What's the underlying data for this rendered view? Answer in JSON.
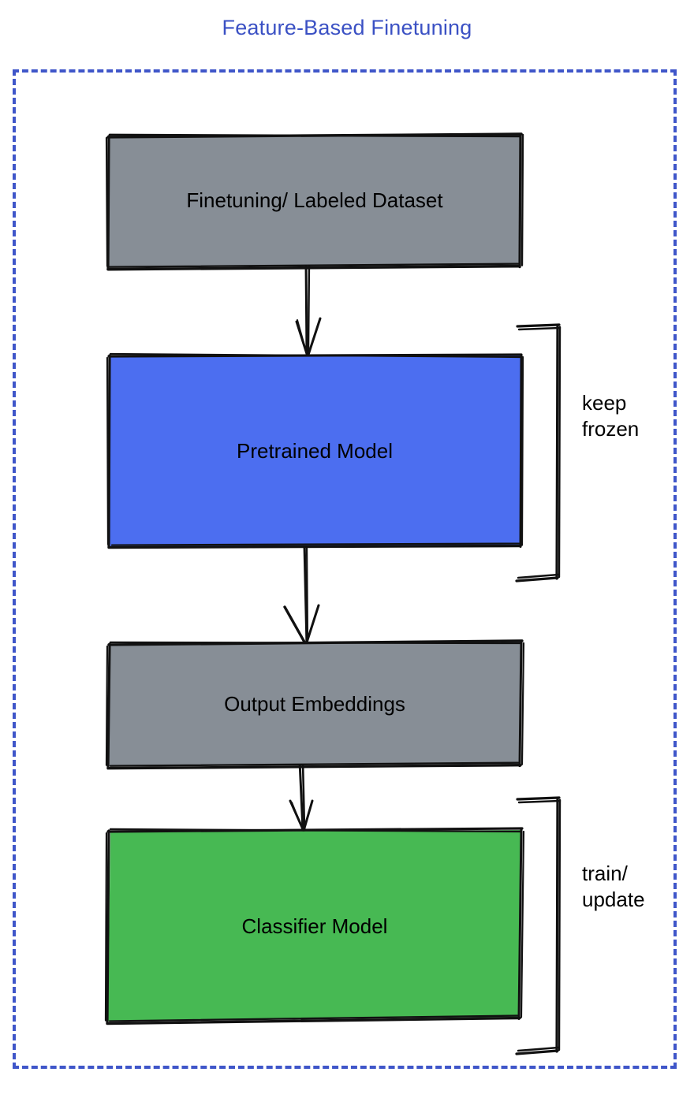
{
  "title": "Feature-Based Finetuning",
  "colors": {
    "title_blue": "#3b51c4",
    "container_dash_blue": "#3f56c9",
    "gray_node": "#878e96",
    "blue_node": "#4c6ef0",
    "green_node": "#47b953",
    "stroke_black": "#111111"
  },
  "container": {
    "name": "feature-based-finetuning-container",
    "border_style": "dashed"
  },
  "nodes": [
    {
      "id": "dataset",
      "label": "Finetuning/ Labeled Dataset",
      "fill": "#878e96"
    },
    {
      "id": "pretrained",
      "label": "Pretrained Model",
      "fill": "#4c6ef0"
    },
    {
      "id": "embeddings",
      "label": "Output Embeddings",
      "fill": "#878e96"
    },
    {
      "id": "classifier",
      "label": "Classifier Model",
      "fill": "#47b953"
    }
  ],
  "edges": [
    {
      "from": "dataset",
      "to": "pretrained",
      "style": "arrow-down"
    },
    {
      "from": "pretrained",
      "to": "embeddings",
      "style": "arrow-down"
    },
    {
      "from": "embeddings",
      "to": "classifier",
      "style": "arrow-down"
    }
  ],
  "annotations": [
    {
      "id": "keep-frozen",
      "label": "keep\nfrozen",
      "targets": [
        "pretrained"
      ]
    },
    {
      "id": "train-update",
      "label": "train/\nupdate",
      "targets": [
        "classifier"
      ]
    }
  ],
  "chart_data": {
    "type": "diagram",
    "title": "Feature-Based Finetuning",
    "flow": [
      "Finetuning/ Labeled Dataset",
      "Pretrained Model",
      "Output Embeddings",
      "Classifier Model"
    ],
    "annotations": [
      "keep frozen",
      "train/ update"
    ]
  }
}
